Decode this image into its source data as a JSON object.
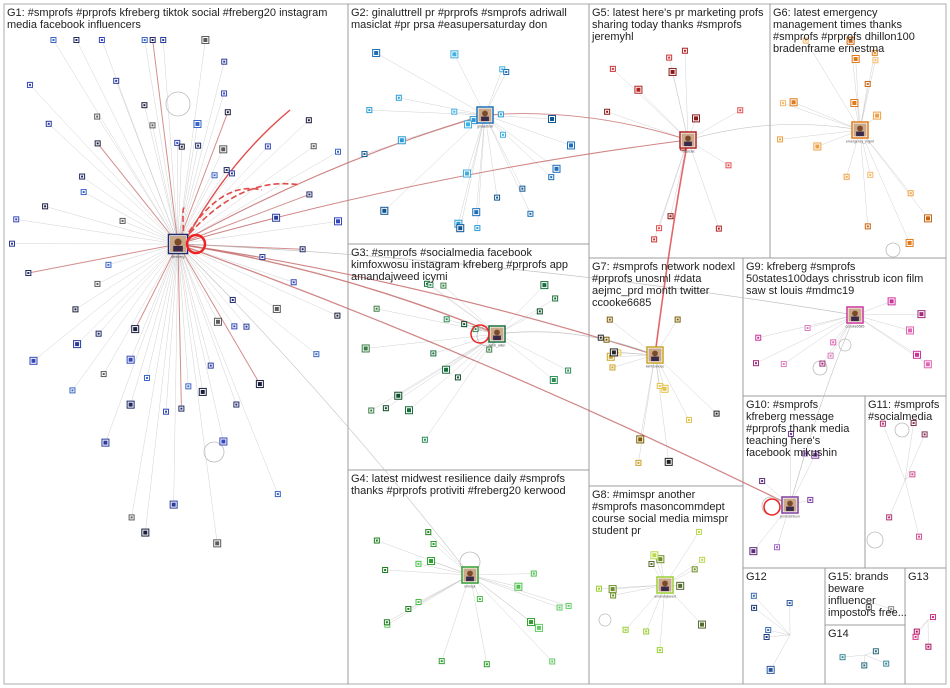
{
  "colors": {
    "edge": "#b9b9b9",
    "edge_strong": "#c87070",
    "edge_bold": "#e04b4b",
    "border": "#999999",
    "hub_ring": "#ee2222"
  },
  "chart_data": {
    "type": "network",
    "groups": [
      {
        "id": "G1",
        "label_lines": [
          "G1: #smprofs #prprofs kfreberg tiktok social #freberg20 instagram",
          "media facebook influencers"
        ]
      },
      {
        "id": "G2",
        "label_lines": [
          "G2: ginaluttrell pr #prprofs #smprofs adriwall",
          "masiclat #pr prsa #easupersaturday don"
        ]
      },
      {
        "id": "G3",
        "label_lines": [
          "G3: #smprofs #socialmedia facebook",
          "kimfoxwosu instagram kfreberg #prprofs app",
          "amandajweed icymi"
        ]
      },
      {
        "id": "G4",
        "label_lines": [
          "G4: latest midwest resilience daily #smprofs",
          "thanks #prprofs protiviti #freberg20 kerwood"
        ]
      },
      {
        "id": "G5",
        "label_lines": [
          "G5: latest here's pr marketing profs",
          "sharing today thanks #smprofs",
          "jeremyhl"
        ]
      },
      {
        "id": "G6",
        "label_lines": [
          "G6: latest emergency",
          "management times thanks",
          "#smprofs #prprofs dhillon100",
          "bradenframe ernestma"
        ]
      },
      {
        "id": "G7",
        "label_lines": [
          "G7: #smprofs network nodexl",
          "#prprofs unosml #data",
          "aejmc_prd month twitter",
          "ccooke6685"
        ]
      },
      {
        "id": "G8",
        "label_lines": [
          "G8: #mimspr another",
          "#smprofs masoncommdept",
          "course social media mimspr",
          "student pr"
        ]
      },
      {
        "id": "G9",
        "label_lines": [
          "G9: kfreberg #smprofs",
          "50states100days chrisstrub icon film",
          "saw st louis #mdmc19"
        ]
      },
      {
        "id": "G10",
        "label_lines": [
          "G10: #smprofs",
          "kfreberg message",
          "#prprofs thank media",
          "teaching here's",
          "facebook mikushin"
        ]
      },
      {
        "id": "G11",
        "label_lines": [
          "G11: #smprofs",
          "#socialmedia"
        ]
      },
      {
        "id": "G12",
        "label_lines": [
          "G12"
        ]
      },
      {
        "id": "G13",
        "label_lines": [
          "G13"
        ]
      },
      {
        "id": "G14",
        "label_lines": [
          "G14"
        ]
      },
      {
        "id": "G15",
        "label_lines": [
          "G15: brands",
          "beware",
          "influencer",
          "impostors free..."
        ]
      }
    ],
    "node_labels": [
      "kfreberg",
      "ginaluttrell",
      "heidi_allen",
      "masiclat",
      "emergency_mgmt",
      "kimfoxwosu",
      "amandajweed",
      "ccooke6685",
      "jenhutchison",
      "mimspr",
      "masoncommdept"
    ]
  }
}
